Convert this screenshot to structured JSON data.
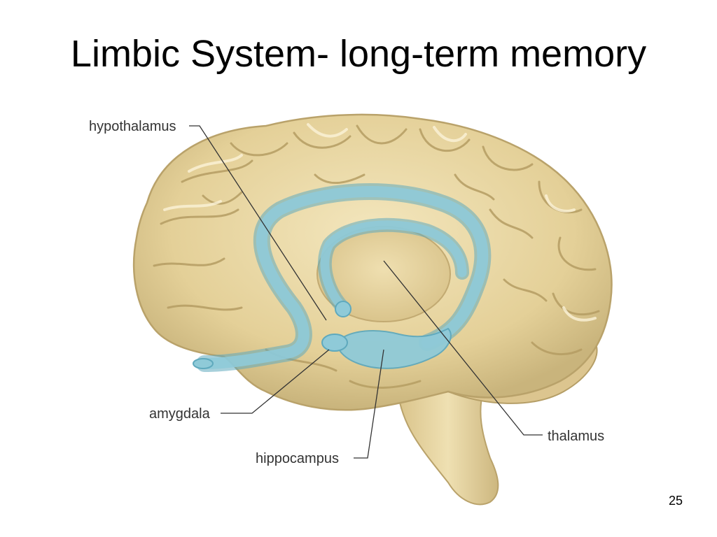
{
  "slide": {
    "title": "Limbic System- long-term memory",
    "page_number": "25"
  },
  "labels": {
    "hypothalamus": "hypothalamus",
    "amygdala": "amygdala",
    "hippocampus": "hippocampus",
    "thalamus": "thalamus"
  },
  "colors": {
    "brain": "#e8d7a4",
    "brain_shadow": "#c9b57f",
    "limbic": "#8fcad8",
    "limbic_dark": "#5fa9bd",
    "leader_line": "#333333"
  },
  "icons": [
    "brain-illustration"
  ]
}
